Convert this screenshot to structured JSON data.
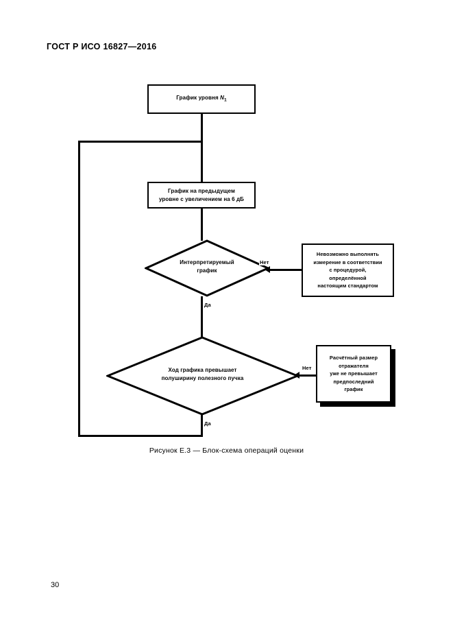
{
  "document": {
    "header": "ГОСТ Р ИСО 16827—2016",
    "page_number": "30",
    "figure_caption": "Рисунок Е.3 — Блок-схема операций оценки"
  },
  "flowchart": {
    "nodes": {
      "level1_graph": {
        "label": "График уровня N1",
        "label_main": "График уровня ",
        "label_italic": "N",
        "label_sub": "1",
        "type": "process"
      },
      "previous_level_graph": {
        "line1": "График на предыдущем",
        "line2": "уровне с увеличением на 6 дБ",
        "type": "process"
      },
      "interpretable_graph": {
        "line1": "Интерпретируемый",
        "line2": "график",
        "type": "decision"
      },
      "impossible_measurement": {
        "line1": "Невозможно выполнять",
        "line2": "измерение в соответствии",
        "line3": "с процедурой,",
        "line4": "определённой",
        "line5": "настоящим стандартом",
        "type": "terminator"
      },
      "exceeds_halfwidth": {
        "line1": "Ход графика превышает",
        "line2": "полуширину полезного пучка",
        "type": "decision"
      },
      "calculated_size": {
        "line1": "Расчётный размер",
        "line2": "отражателя",
        "line3": "уже не превышает",
        "line4": "предпоследний",
        "line5": "график",
        "type": "terminator-shadowed"
      }
    },
    "edge_labels": {
      "interp_no": "Нет",
      "interp_yes": "Да",
      "halfwidth_no": "Нет",
      "halfwidth_yes": "Да"
    }
  },
  "colors": {
    "stroke": "#000000",
    "background": "#ffffff"
  }
}
